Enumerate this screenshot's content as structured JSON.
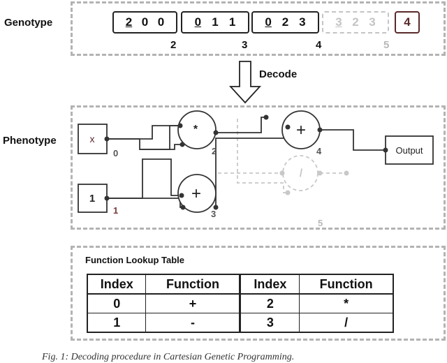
{
  "genotype": {
    "label": "Genotype",
    "genes": [
      {
        "values": [
          "2",
          "0",
          "0"
        ]
      },
      {
        "values": [
          "0",
          "1",
          "1"
        ]
      },
      {
        "values": [
          "0",
          "2",
          "3"
        ]
      },
      {
        "values": [
          "3",
          "2",
          "3"
        ]
      }
    ],
    "output_gene": "4",
    "indices": [
      "2",
      "3",
      "4",
      "5"
    ]
  },
  "decode_label": "Decode",
  "phenotype": {
    "label": "Phenotype",
    "inputs": [
      {
        "label": "x",
        "index": "0"
      },
      {
        "label": "1",
        "index": "1"
      }
    ],
    "nodes": [
      {
        "symbol": "*",
        "index": "2"
      },
      {
        "symbol": "+",
        "index": "3"
      },
      {
        "symbol": "+",
        "index": "4"
      },
      {
        "symbol": "/",
        "index": "5"
      }
    ],
    "output_label": "Output"
  },
  "lookup_table": {
    "title": "Function Lookup Table",
    "headers": [
      "Index",
      "Function",
      "Index",
      "Function"
    ],
    "rows": [
      [
        "0",
        "+",
        "2",
        "*"
      ],
      [
        "1",
        "-",
        "3",
        "/"
      ]
    ]
  },
  "caption": "Fig. 1: Decoding procedure in Cartesian Genetic Programming."
}
